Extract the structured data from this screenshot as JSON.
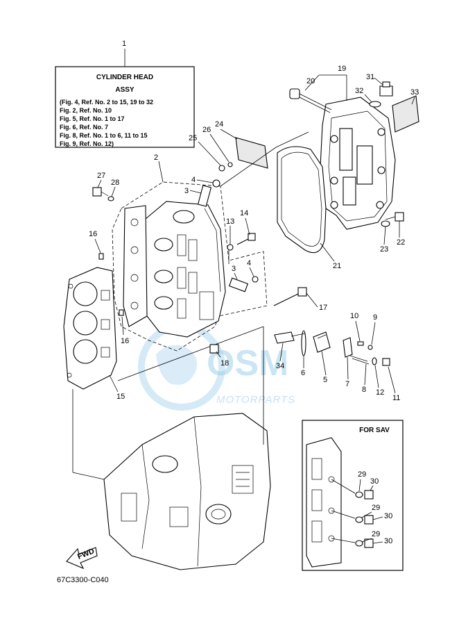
{
  "info_box": {
    "title_line1": "CYLINDER  HEAD",
    "title_line2": "ASSY",
    "lines": [
      "(Fig. 4, Ref. No. 2 to 15, 19 to 32",
      " Fig. 2, Ref. No. 10",
      " Fig. 5, Ref. No. 1 to 17",
      " Fig. 6, Ref. No. 7",
      " Fig. 8, Ref. No. 1 to 6, 11 to 15",
      " Fig. 9, Ref. No. 12)"
    ]
  },
  "callouts": {
    "c1": "1",
    "c2": "2",
    "c3a": "3",
    "c3b": "3",
    "c4a": "4",
    "c4b": "4",
    "c5": "5",
    "c6": "6",
    "c7": "7",
    "c8": "8",
    "c9": "9",
    "c10": "10",
    "c11": "11",
    "c12": "12",
    "c13": "13",
    "c14": "14",
    "c15": "15",
    "c16a": "16",
    "c16b": "16",
    "c17": "17",
    "c18": "18",
    "c19": "19",
    "c20": "20",
    "c21": "21",
    "c22": "22",
    "c23": "23",
    "c24": "24",
    "c25": "25",
    "c26": "26",
    "c27": "27",
    "c28": "28",
    "c31": "31",
    "c32": "32",
    "c33": "33",
    "c34": "34",
    "c29a": "29",
    "c29b": "29",
    "c29c": "29",
    "c30a": "30",
    "c30b": "30",
    "c30c": "30"
  },
  "inset": {
    "title": "FOR SAV"
  },
  "fwd_label": "FWD",
  "diagram_code": "67C3300-C040",
  "watermark": {
    "brand": "OSM",
    "sub": "MOTORPARTS",
    "color": "#9fd0ea"
  }
}
